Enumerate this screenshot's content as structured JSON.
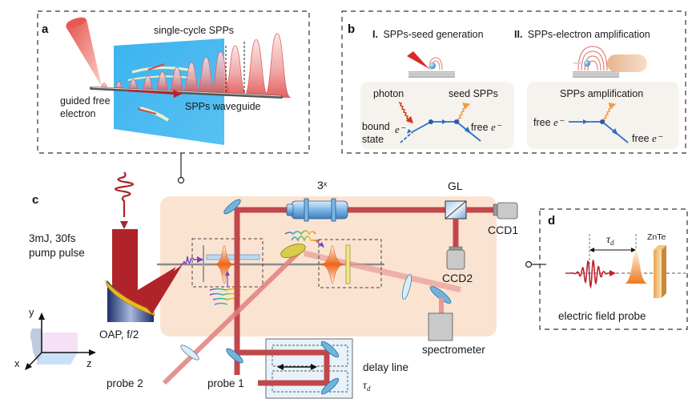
{
  "figure": {
    "panel_a": {
      "letter": "a",
      "label_single_cycle": "single-cycle SPPs",
      "label_guided_line1": "guided free",
      "label_guided_line2": "electron",
      "label_waveguide": "SPPs waveguide"
    },
    "panel_b": {
      "letter": "b",
      "stage1_num": "I.",
      "stage1_title": "SPPs-seed generation",
      "stage2_num": "II.",
      "stage2_title": "SPPs-electron amplification",
      "photon": "photon",
      "seed_spps": "seed SPPs",
      "bound_line1": "bound",
      "bound_line2": "state",
      "e_minus": "e⁻",
      "free": "free",
      "spps_amplification": "SPPs amplification"
    },
    "panel_c": {
      "letter": "c",
      "pump_line1": "3mJ, 30fs",
      "pump_line2": "pump pulse",
      "oap": "OAP, f/2",
      "objective": "3ˣ",
      "gl": "GL",
      "ccd1": "CCD1",
      "ccd2": "CCD2",
      "spectrometer": "spectrometer",
      "delay_line": "delay line",
      "tau": "τ",
      "tau_sub": "d",
      "probe1": "probe 1",
      "probe2": "probe 2",
      "axis_x": "x",
      "axis_y": "y",
      "axis_z": "z"
    },
    "panel_d": {
      "letter": "d",
      "tau": "τ",
      "tau_sub": "d",
      "crystal": "ZnTe",
      "caption": "electric field probe"
    },
    "colors": {
      "beam_red": "#c0484b",
      "pump_red": "#b0232a",
      "optic_blue": "#6fb4dc",
      "chamber_fill": "#fbe3d2",
      "sheet_blue": "#4cb9ee",
      "electron_blue": "#2d6fc4",
      "photon_red": "#d23a1c",
      "spp_orange": "#f29a48"
    }
  }
}
